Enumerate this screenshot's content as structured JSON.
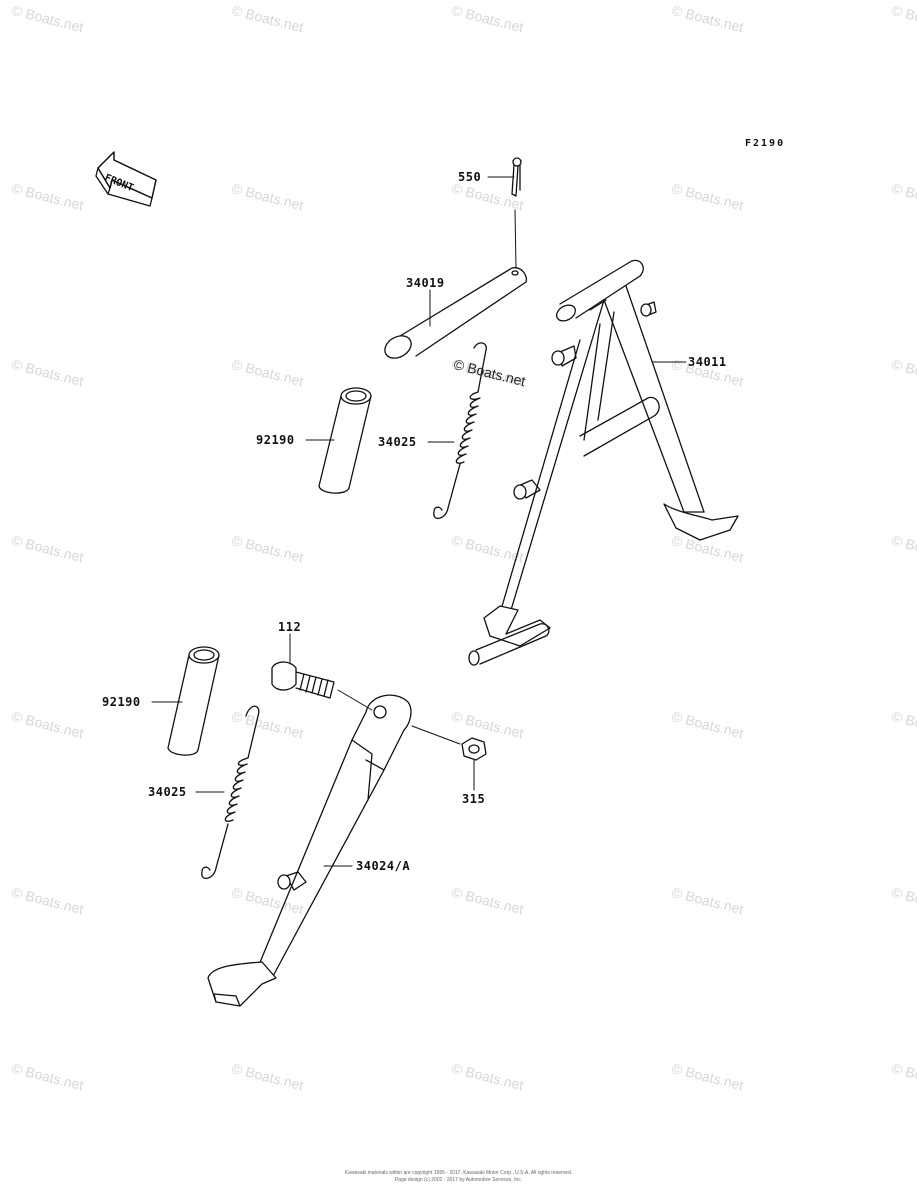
{
  "figure_code": "F2190",
  "front_label": "FRONT",
  "watermark": "© Boats.net",
  "callouts": [
    {
      "id": "550",
      "text": "550"
    },
    {
      "id": "34019",
      "text": "34019"
    },
    {
      "id": "34011",
      "text": "34011"
    },
    {
      "id": "92190-top",
      "text": "92190"
    },
    {
      "id": "34025-top",
      "text": "34025"
    },
    {
      "id": "112",
      "text": "112"
    },
    {
      "id": "92190-bottom",
      "text": "92190"
    },
    {
      "id": "34025-bottom",
      "text": "34025"
    },
    {
      "id": "315",
      "text": "315"
    },
    {
      "id": "34024A",
      "text": "34024/A"
    }
  ],
  "footer": {
    "line1": "Kawasaki materials within are copyright 1995 - 2017, Kawasaki Motor Corp., U.S.A. All rights reserved.",
    "line2": "Page design (c) 2002 - 2017 by Automotive Services, Inc."
  }
}
